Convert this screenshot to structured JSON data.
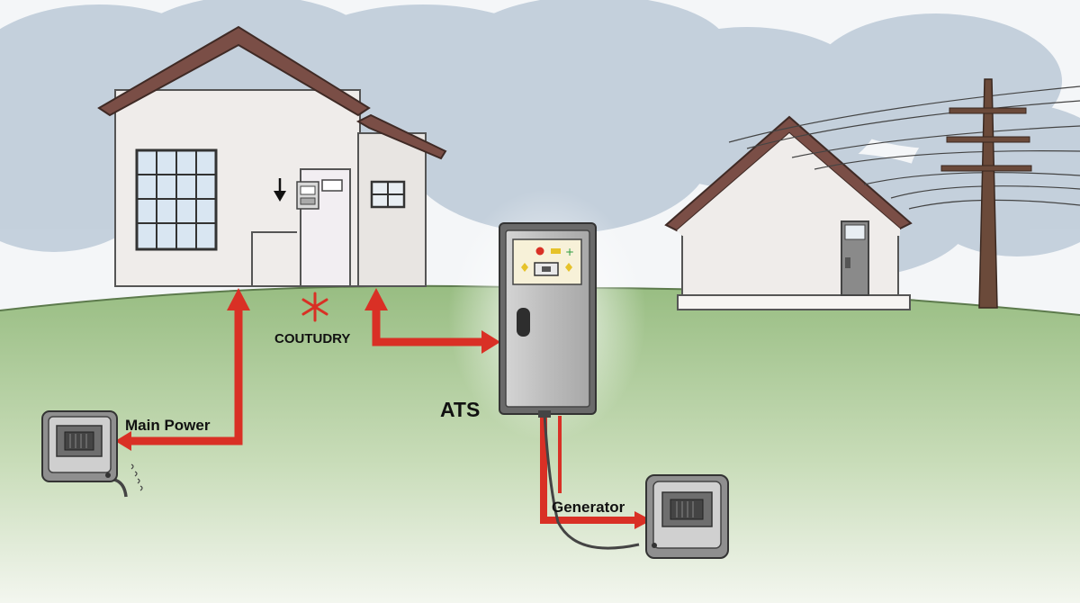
{
  "labels": {
    "main_power": "Main Power",
    "countdown": "COUTUDRY",
    "ats": "ATS",
    "generator": "Generator"
  },
  "colors": {
    "arrow": "#d93025",
    "ats_panel": "#bfbfbf",
    "house_wall": "#efecea",
    "roof": "#7a4e46",
    "grass": "#9fc18a",
    "sky_clouds": "#b9c6d4",
    "pole": "#6b4a3a"
  },
  "icons": {
    "panel_lights": [
      "red-indicator",
      "yellow-indicator",
      "green-plus-indicator"
    ],
    "spark": "red-asterisk",
    "down_arrow": "down-arrow-icon"
  }
}
